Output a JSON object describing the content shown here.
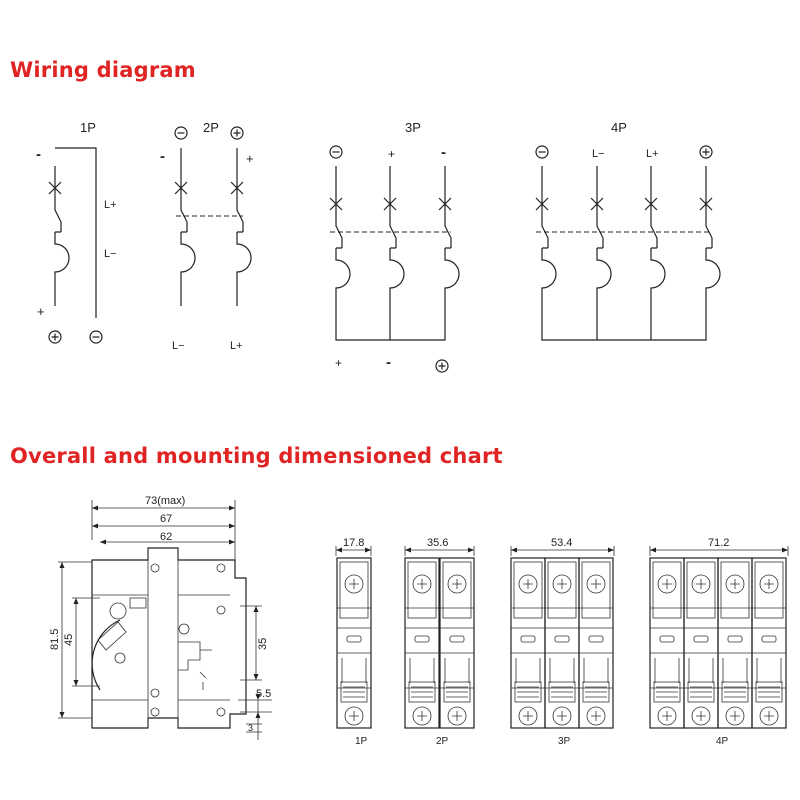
{
  "titles": {
    "wiring": "Wiring diagram",
    "dimensions": "Overall and mounting dimensioned chart"
  },
  "colors": {
    "title_red": "#e02424",
    "line": "#222222"
  },
  "wiring": {
    "p1": {
      "label": "1P",
      "top_left": "-",
      "top_right_labels": [
        "L+",
        "L−"
      ],
      "bottom_sign": "+"
    },
    "p2": {
      "label": "2P",
      "top_right": "+",
      "bottom_labels": [
        "L−",
        "L+"
      ]
    },
    "p3": {
      "label": "3P",
      "top_signs": [
        "+",
        "-"
      ],
      "bottom_signs": [
        "+",
        "-"
      ]
    },
    "p4": {
      "label": "4P",
      "top_labels": [
        "L−",
        "L+"
      ]
    }
  },
  "dimensions": {
    "side": {
      "w_max": "73(max)",
      "w1": "67",
      "w2": "62",
      "h_total": "81.5",
      "h_mid": "45",
      "h_35": "35",
      "d_5_5": "5.5",
      "d_3": "3"
    },
    "fronts": [
      {
        "label": "1P",
        "width": "17.8"
      },
      {
        "label": "2P",
        "width": "35.6"
      },
      {
        "label": "3P",
        "width": "53.4"
      },
      {
        "label": "4P",
        "width": "71.2"
      }
    ]
  }
}
